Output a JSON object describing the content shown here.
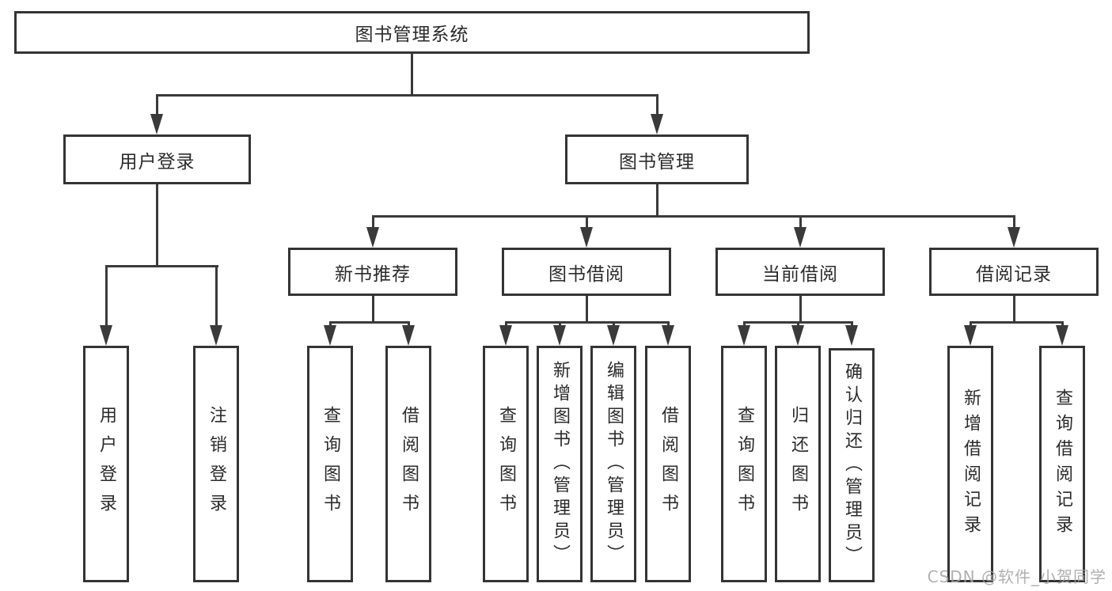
{
  "diagram": {
    "title": "图书管理系统",
    "root": {
      "label": "图书管理系统"
    },
    "branches": [
      {
        "label": "用户登录",
        "children": [
          "用户登录",
          "注销登录"
        ]
      },
      {
        "label": "图书管理",
        "sections": [
          {
            "label": "新书推荐",
            "children": [
              "查询图书",
              "借阅图书"
            ]
          },
          {
            "label": "图书借阅",
            "children": [
              "查询图书",
              "新增图书（管理员）",
              "编辑图书（管理员）",
              "借阅图书"
            ]
          },
          {
            "label": "当前借阅",
            "children": [
              "查询图书",
              "归还图书",
              "确认归还（管理员）"
            ]
          },
          {
            "label": "借阅记录",
            "children": [
              "新增借阅记录",
              "查询借阅记录"
            ]
          }
        ]
      }
    ]
  },
  "watermark": {
    "text": "CSDN @软件_小贺同学",
    "color": "#a3a3a3"
  },
  "colors": {
    "line": "#3a3a3a",
    "box_border": "#343434",
    "box_fill": "#ffffff",
    "text": "#2b2b2b",
    "background": "#ffffff"
  }
}
